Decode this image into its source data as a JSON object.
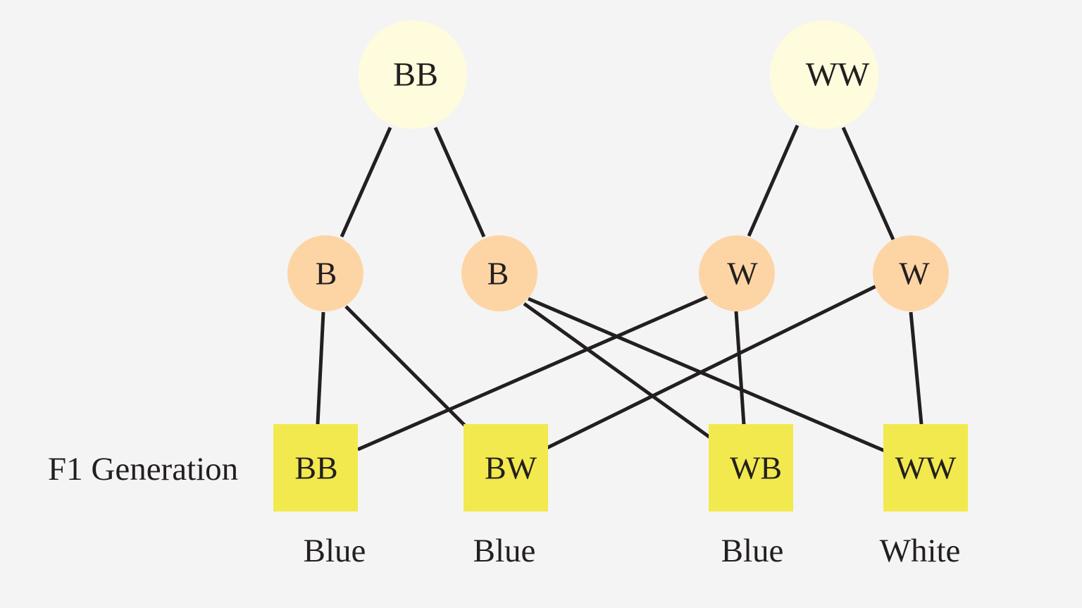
{
  "generation_label": "F1 Generation",
  "parents": [
    {
      "id": "parent-bb",
      "genotype": "BB"
    },
    {
      "id": "parent-ww",
      "genotype": "WW"
    }
  ],
  "gametes": [
    {
      "id": "gamete-b-1",
      "allele": "B",
      "parent": "parent-bb"
    },
    {
      "id": "gamete-b-2",
      "allele": "B",
      "parent": "parent-bb"
    },
    {
      "id": "gamete-w-1",
      "allele": "W",
      "parent": "parent-ww"
    },
    {
      "id": "gamete-w-2",
      "allele": "W",
      "parent": "parent-ww"
    }
  ],
  "offspring": [
    {
      "id": "offspring-bb",
      "genotype": "BB",
      "phenotype": "Blue"
    },
    {
      "id": "offspring-bw",
      "genotype": "BW",
      "phenotype": "Blue"
    },
    {
      "id": "offspring-wb",
      "genotype": "WB",
      "phenotype": "Blue"
    },
    {
      "id": "offspring-ww",
      "genotype": "WW",
      "phenotype": "White"
    }
  ],
  "connections": [
    {
      "from": "parent-bb",
      "to": "gamete-b-1"
    },
    {
      "from": "parent-bb",
      "to": "gamete-b-2"
    },
    {
      "from": "parent-ww",
      "to": "gamete-w-1"
    },
    {
      "from": "parent-ww",
      "to": "gamete-w-2"
    },
    {
      "from": "gamete-b-1",
      "to": "offspring-bb"
    },
    {
      "from": "gamete-b-1",
      "to": "offspring-bw"
    },
    {
      "from": "gamete-b-2",
      "to": "offspring-wb"
    },
    {
      "from": "gamete-b-2",
      "to": "offspring-ww"
    },
    {
      "from": "gamete-w-1",
      "to": "offspring-bb"
    },
    {
      "from": "gamete-w-1",
      "to": "offspring-wb"
    },
    {
      "from": "gamete-w-2",
      "to": "offspring-bw"
    },
    {
      "from": "gamete-w-2",
      "to": "offspring-ww"
    }
  ],
  "colors": {
    "background": "#f4f4f4",
    "parent_fill": "#fefcdc",
    "gamete_fill": "#fdd5a5",
    "offspring_fill": "#f2e94e",
    "line": "#231f20",
    "text": "#231f20"
  }
}
